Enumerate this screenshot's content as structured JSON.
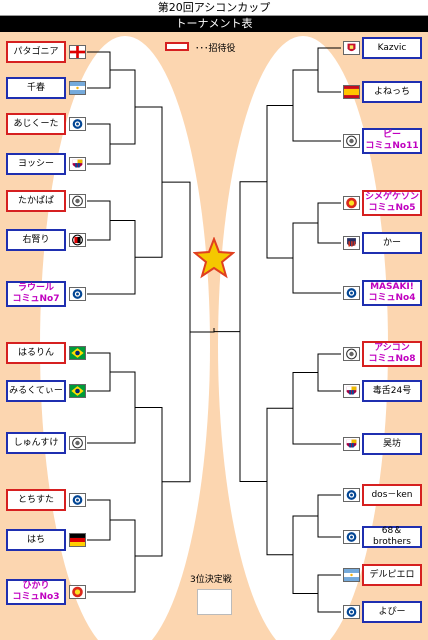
{
  "header": {
    "title": "第20回アシコンカップ",
    "subtitle": "トーナメント表"
  },
  "legend": {
    "text": "･･･招待役"
  },
  "third_place": {
    "label": "3位決定戦"
  },
  "left_players": [
    {
      "name": "パタゴニア",
      "icon": "england-flag-icon",
      "invited": true,
      "community": false
    },
    {
      "name": "千春",
      "icon": "argentina-flag-icon",
      "invited": false,
      "community": false
    },
    {
      "name": "あじくーた",
      "icon": "chelsea-crest-icon",
      "invited": true,
      "community": false
    },
    {
      "name": "ヨッシー",
      "icon": "barcelona-crest-icon",
      "invited": false,
      "community": false
    },
    {
      "name": "たかぱぱ",
      "icon": "club-crest-icon",
      "invited": true,
      "community": false
    },
    {
      "name": "右腎り",
      "icon": "feyenoord-crest-icon",
      "invited": false,
      "community": false
    },
    {
      "name": "ラウール\nコミュNo7",
      "icon": "chelsea-crest-icon",
      "invited": false,
      "community": true
    },
    {
      "name": "はるりん",
      "icon": "brazil-flag-icon",
      "invited": true,
      "community": false
    },
    {
      "name": "みるくてぃー",
      "icon": "brazil-flag-icon",
      "invited": false,
      "community": false
    },
    {
      "name": "しゅんすけ",
      "icon": "club-crest-icon",
      "invited": false,
      "community": false
    },
    {
      "name": "とちすた",
      "icon": "chelsea-crest-icon",
      "invited": true,
      "community": false
    },
    {
      "name": "はち",
      "icon": "germany-flag-icon",
      "invited": false,
      "community": false
    },
    {
      "name": "ひかり\nコミュNo3",
      "icon": "manutd-crest-icon",
      "invited": false,
      "community": true
    }
  ],
  "right_players": [
    {
      "name": "Kazvic",
      "icon": "liverpool-crest-icon",
      "invited": false,
      "community": false
    },
    {
      "name": "よねっち",
      "icon": "spain-flag-icon",
      "invited": false,
      "community": false
    },
    {
      "name": "ピー\nコミュNo11",
      "icon": "club-crest-icon",
      "invited": false,
      "community": true
    },
    {
      "name": "シメゲケソン\nコミュNo5",
      "icon": "manutd-crest-icon",
      "invited": true,
      "community": true
    },
    {
      "name": "かー",
      "icon": "atletico-crest-icon",
      "invited": false,
      "community": false
    },
    {
      "name": "MASAKI!\nコミュNo4",
      "icon": "chelsea-crest-icon",
      "invited": false,
      "community": true
    },
    {
      "name": "アシコン\nコミュNo8",
      "icon": "club-crest-icon",
      "invited": true,
      "community": true
    },
    {
      "name": "毒舌24号",
      "icon": "barcelona-crest-icon",
      "invited": false,
      "community": false
    },
    {
      "name": "昊坊",
      "icon": "barcelona-crest-icon",
      "invited": false,
      "community": false
    },
    {
      "name": "dos－ken",
      "icon": "chelsea-crest-icon",
      "invited": true,
      "community": false
    },
    {
      "name": "68＆ brothers",
      "icon": "chelsea-crest-icon",
      "invited": false,
      "community": false
    },
    {
      "name": "デルピエロ",
      "icon": "argentina-flag-icon",
      "invited": true,
      "community": false
    },
    {
      "name": "よぴー",
      "icon": "chelsea-crest-icon",
      "invited": false,
      "community": false
    }
  ],
  "colors": {
    "invited_border": "#d62020",
    "normal_border": "#1f2fb0",
    "community_text": "#c000c0",
    "background": "#fcd6b0"
  }
}
